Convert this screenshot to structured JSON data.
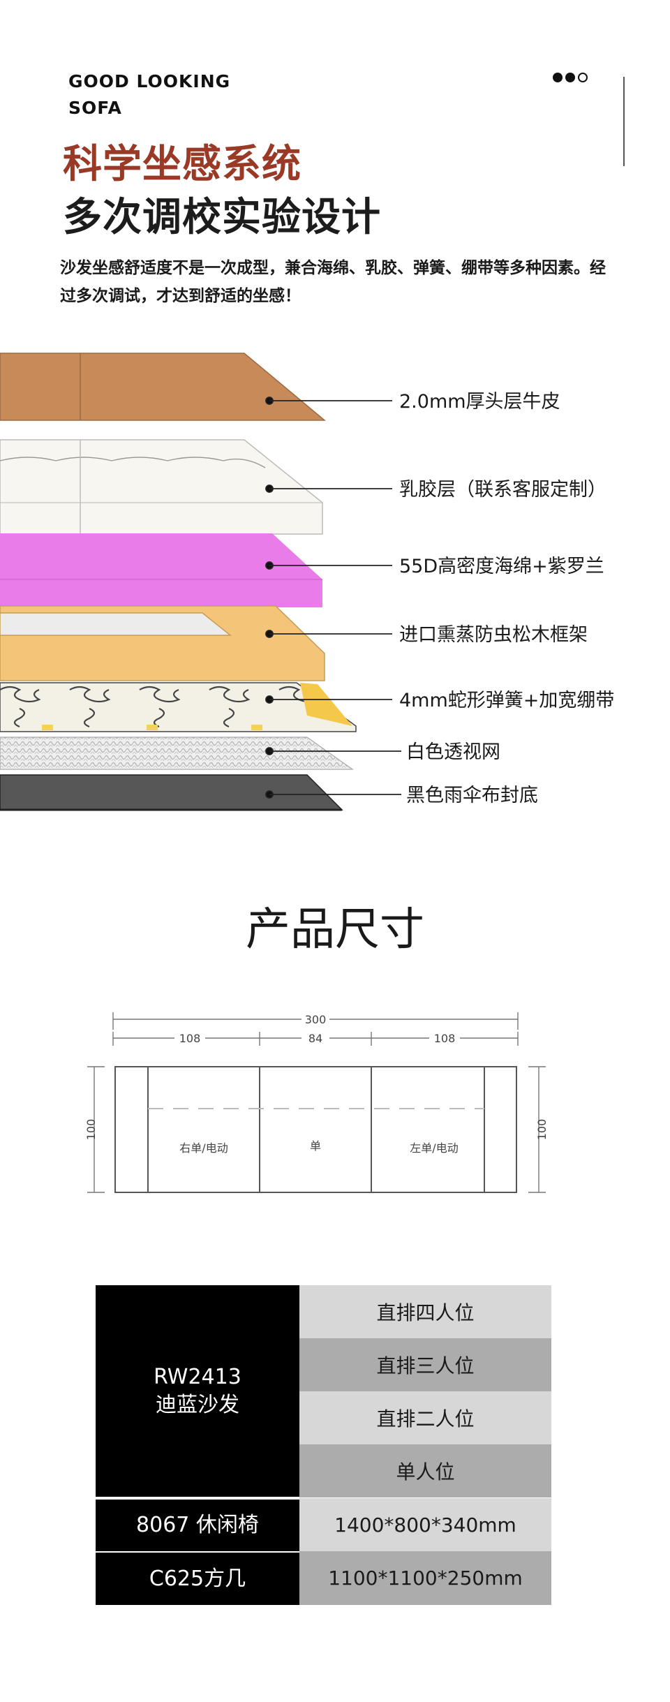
{
  "header": {
    "brand_line1": "GOOD LOOKING",
    "brand_line2": "SOFA",
    "title_line1": "科学坐感系统",
    "title_line2": "多次调校实验设计",
    "description": "沙发坐感舒适度不是一次成型，兼合海绵、乳胶、弹簧、绷带等多种因素。经过多次调试，才达到舒适的坐感！",
    "accent_color": "#9a3a26"
  },
  "layers": [
    {
      "label": "2.0mm厚头层牛皮"
    },
    {
      "label": "乳胶层（联系客服定制）"
    },
    {
      "label": "55D高密度海绵+紫罗兰"
    },
    {
      "label": "进口熏蒸防虫松木框架"
    },
    {
      "label": "4mm蛇形弹簧+加宽绷带"
    },
    {
      "label": "白色透视网"
    },
    {
      "label": "黑色雨伞布封底"
    }
  ],
  "dimensions": {
    "section_title": "产品尺寸",
    "total_width": "300",
    "seg1": "108",
    "seg2": "84",
    "seg3": "108",
    "depth_left": "100",
    "depth_right": "100",
    "module_left": "右单/电动",
    "module_middle": "单",
    "module_right": "左单/电动"
  },
  "spec_table": {
    "model_code": "RW2413",
    "model_name": "迪蓝沙发",
    "options": [
      "直排四人位",
      "直排三人位",
      "直排二人位",
      "单人位"
    ],
    "rows": [
      {
        "name": "8067 休闲椅",
        "size": "1400*800*340mm"
      },
      {
        "name": "C625方几",
        "size": "1100*1100*250mm"
      }
    ]
  }
}
